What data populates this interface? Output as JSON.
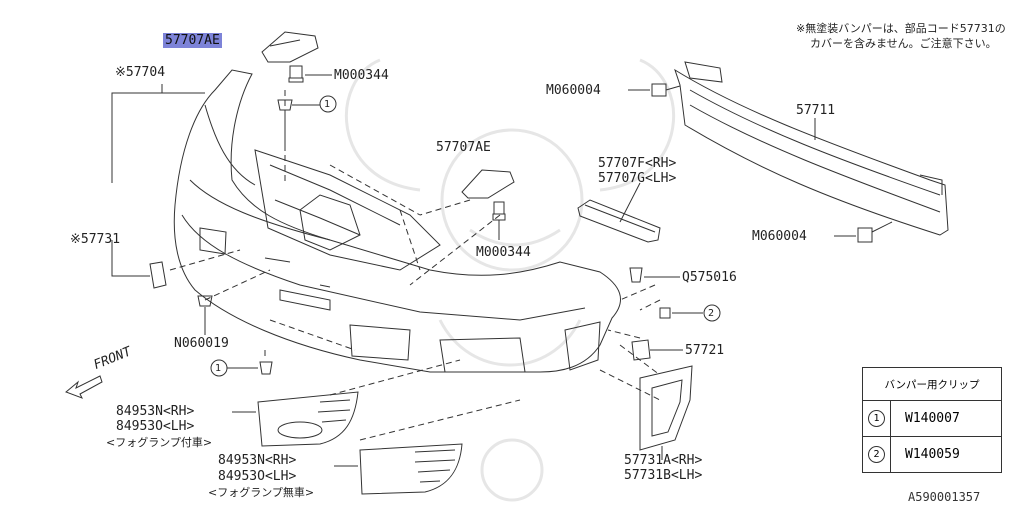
{
  "note": {
    "line1": "※無塗装バンパーは、部品コード57731の",
    "line2": "カバーを含みません。ご注意下さい。"
  },
  "parts": {
    "p57707ae_top": "57707AE",
    "m000344_top": "M000344",
    "p57704": "※57704",
    "clip1_marker": "1",
    "p57731": "※57731",
    "p57707ae_mid": "57707AE",
    "m000344_mid": "M000344",
    "m060004_top": "M060004",
    "p57711": "57711",
    "p57707f": "57707F<RH>",
    "p57707g": "57707G<LH>",
    "m060004_bot": "M060004",
    "q575016": "Q575016",
    "clip2_marker": "2",
    "p57721": "57721",
    "n060019": "N060019",
    "clip1_marker_low": "1",
    "front": "FRONT",
    "fog_with_rh": "84953N<RH>",
    "fog_with_lh": "84953O<LH>",
    "fog_with_note": "<フォグランプ付車>",
    "fog_without_rh": "84953N<RH>",
    "fog_without_lh": "84953O<LH>",
    "fog_without_note": "<フォグランプ無車>",
    "p57731a": "57731A<RH>",
    "p57731b": "57731B<LH>"
  },
  "clip_table": {
    "header": "バンパー用クリップ",
    "rows": [
      {
        "num": "1",
        "code": "W140007"
      },
      {
        "num": "2",
        "code": "W140059"
      }
    ]
  },
  "diagram_ref": "A590001357",
  "colors": {
    "highlight": "#7d83d8",
    "line": "#333333"
  }
}
